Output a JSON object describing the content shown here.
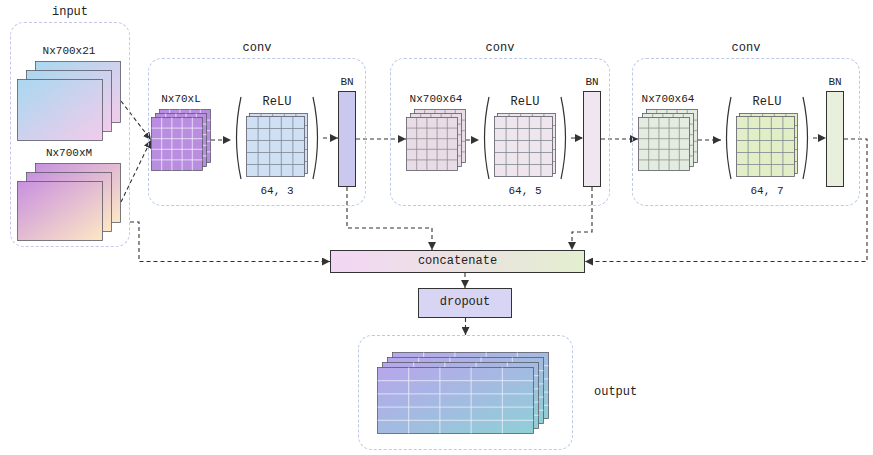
{
  "diagram": {
    "nodes": [
      {
        "text": [
          "input"
        ]
      },
      {
        "text": [
          "Nx700x21"
        ],
        "in": 0
      },
      {
        "text": [
          "Nx700xM"
        ],
        "in": 0
      },
      {
        "text": [
          "conv",
          "64, 3"
        ]
      },
      {
        "text": [
          "Nx70xL"
        ],
        "in": 3
      },
      {
        "text": [
          "ReLU"
        ],
        "in": 3
      },
      {
        "text": [
          "BN"
        ],
        "in": 3
      },
      {
        "text": [
          "conv",
          "64, 5"
        ]
      },
      {
        "text": [
          "Nx700x64"
        ],
        "in": 7
      },
      {
        "text": [
          "ReLU"
        ],
        "in": 7
      },
      {
        "text": [
          "BN"
        ],
        "in": 7
      },
      {
        "text": [
          "conv",
          "64, 7"
        ]
      },
      {
        "text": [
          "Nx700x64"
        ],
        "in": 11
      },
      {
        "text": [
          "ReLU"
        ],
        "in": 11
      },
      {
        "text": [
          "BN"
        ],
        "in": 11
      },
      {
        "text": [
          "concatenate"
        ]
      },
      {
        "text": [
          "dropout"
        ]
      },
      {
        "text": [
          "output"
        ]
      }
    ],
    "edges": [
      {
        "from": 1,
        "to": 4,
        "arrow": "to"
      },
      {
        "from": 2,
        "to": 4,
        "arrow": "to"
      },
      {
        "from": 0,
        "to": 15,
        "arrow": "to"
      },
      {
        "from": 4,
        "to": 5,
        "arrow": "to"
      },
      {
        "from": 5,
        "to": 6,
        "arrow": "to"
      },
      {
        "from": 6,
        "to": 8,
        "arrow": "to"
      },
      {
        "from": 6,
        "to": 15,
        "arrow": "to"
      },
      {
        "from": 8,
        "to": 9,
        "arrow": "to"
      },
      {
        "from": 9,
        "to": 10,
        "arrow": "to"
      },
      {
        "from": 10,
        "to": 12,
        "arrow": "to"
      },
      {
        "from": 10,
        "to": 15,
        "arrow": "to"
      },
      {
        "from": 12,
        "to": 13,
        "arrow": "to"
      },
      {
        "from": 13,
        "to": 14,
        "arrow": "to"
      },
      {
        "from": 14,
        "to": 15,
        "arrow": "to"
      },
      {
        "from": 15,
        "to": 16,
        "arrow": "to"
      },
      {
        "from": 16,
        "to": 17,
        "arrow": "to"
      }
    ]
  }
}
